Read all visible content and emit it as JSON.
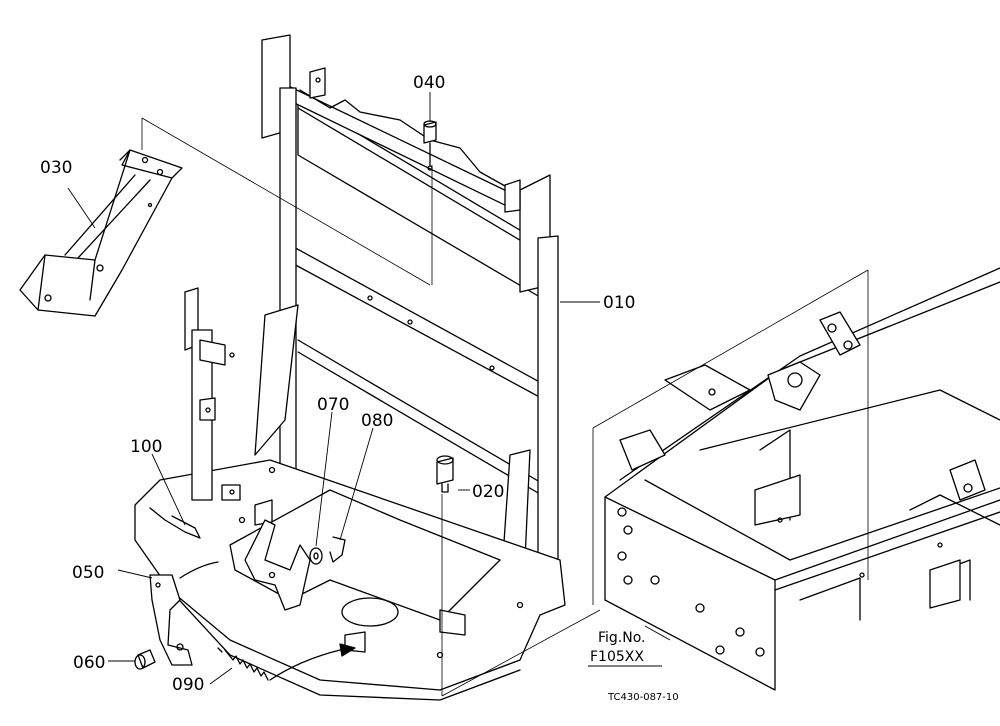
{
  "callouts": {
    "c010": "010",
    "c020": "020",
    "c030": "030",
    "c040": "040",
    "c050": "050",
    "c060": "060",
    "c070": "070",
    "c080": "080",
    "c090": "090",
    "c100": "100"
  },
  "fig_ref": {
    "line1": "Fig.No.",
    "line2": "F105XX"
  },
  "drawing_code": "TC430-087-10"
}
